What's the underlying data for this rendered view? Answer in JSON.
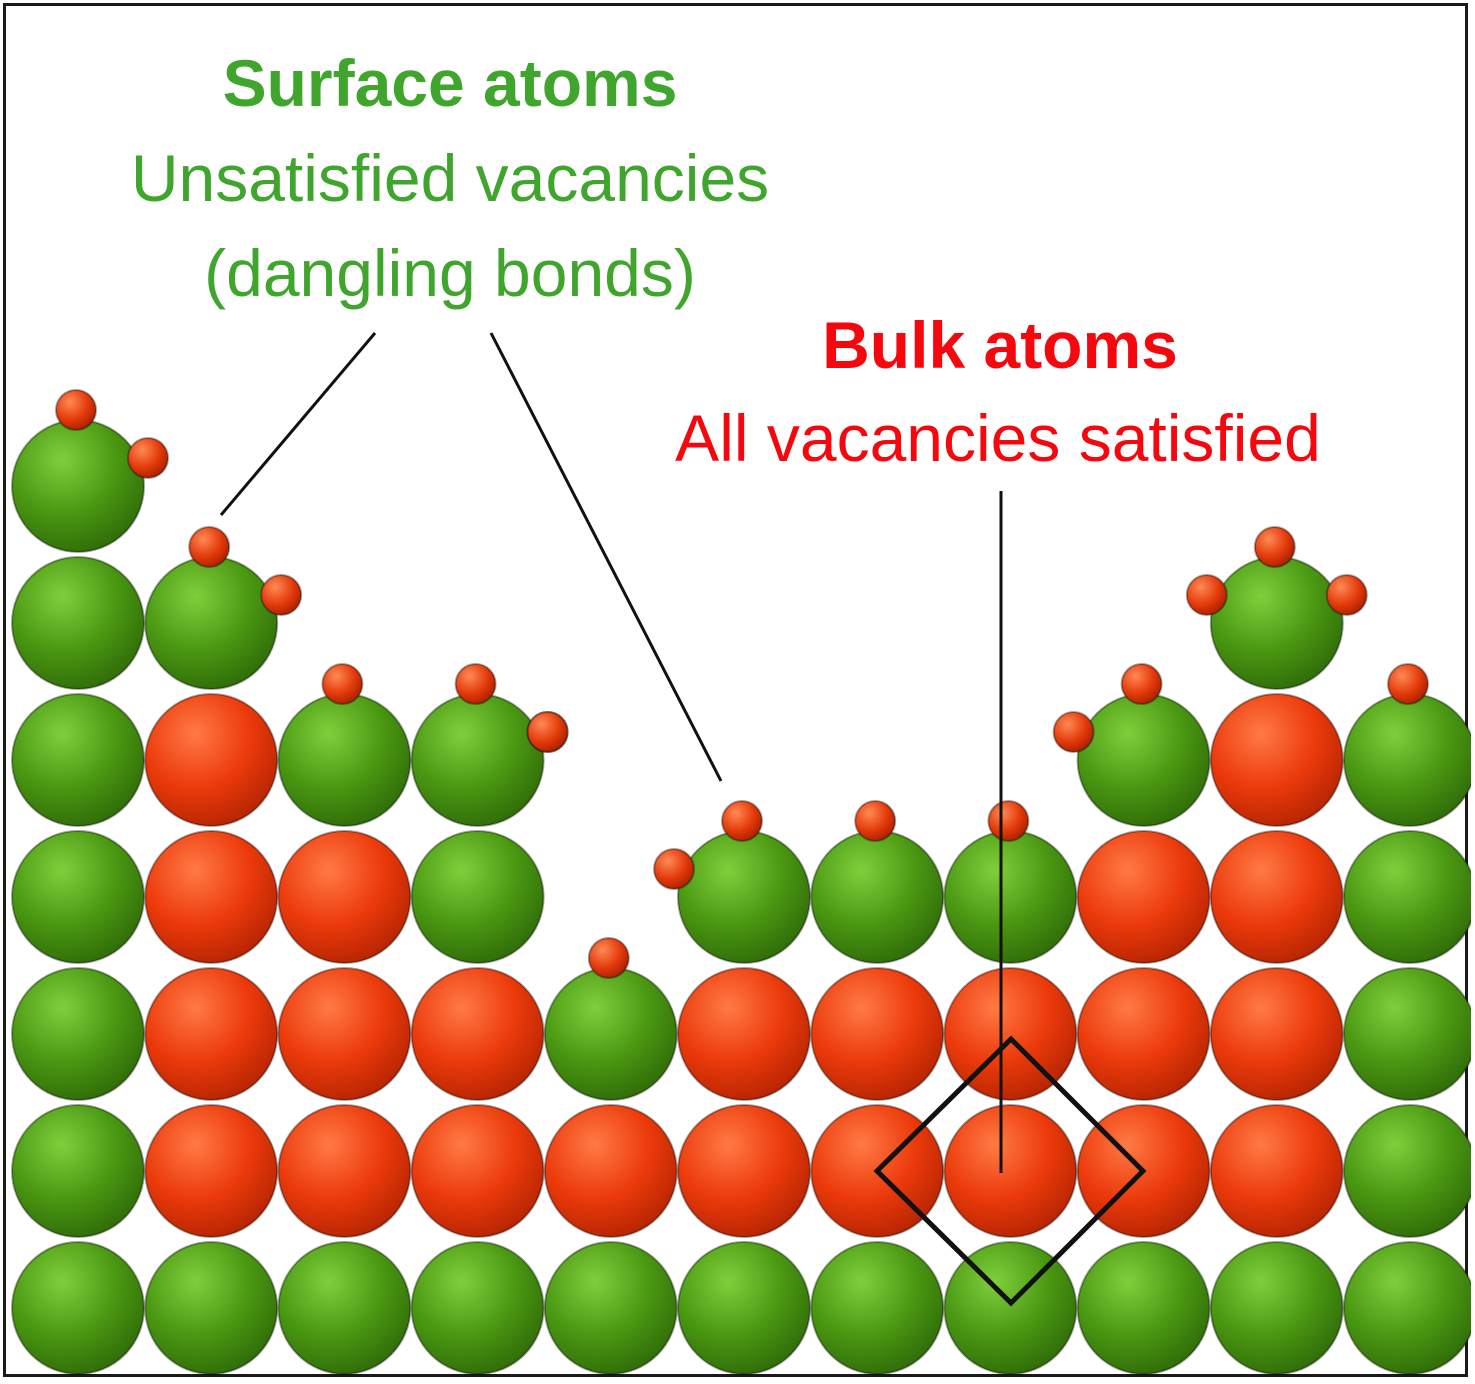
{
  "surface": {
    "title": "Surface atoms",
    "line1": "Unsatisfied vacancies",
    "line2": "(dangling bonds)",
    "color": "#3fa52d"
  },
  "bulk": {
    "title": "Bulk atoms",
    "line1": "All vacancies satisfied",
    "color": "#f4070d"
  },
  "atom_colors": {
    "surface_atom": "#4a9812",
    "bulk_atom": "#ec3a0b",
    "dangling_bond": "#e33a0a"
  },
  "lattice": {
    "columns": 11,
    "rows": 7,
    "column_heights": [
      7,
      6,
      5,
      5,
      3,
      4,
      4,
      4,
      5,
      6,
      5
    ],
    "bulk_sites": [
      [
        1,
        1
      ],
      [
        1,
        2
      ],
      [
        1,
        3
      ],
      [
        1,
        4
      ],
      [
        2,
        1
      ],
      [
        2,
        2
      ],
      [
        2,
        3
      ],
      [
        3,
        1
      ],
      [
        3,
        2
      ],
      [
        4,
        1
      ],
      [
        5,
        1
      ],
      [
        5,
        2
      ],
      [
        6,
        1
      ],
      [
        6,
        2
      ],
      [
        7,
        1
      ],
      [
        7,
        2
      ],
      [
        8,
        1
      ],
      [
        8,
        2
      ],
      [
        8,
        3
      ],
      [
        9,
        1
      ],
      [
        9,
        2
      ],
      [
        9,
        3
      ],
      [
        9,
        4
      ]
    ],
    "dangling_bond_counts": [
      2,
      2,
      1,
      2,
      1,
      2,
      1,
      1,
      2,
      3,
      1
    ]
  }
}
